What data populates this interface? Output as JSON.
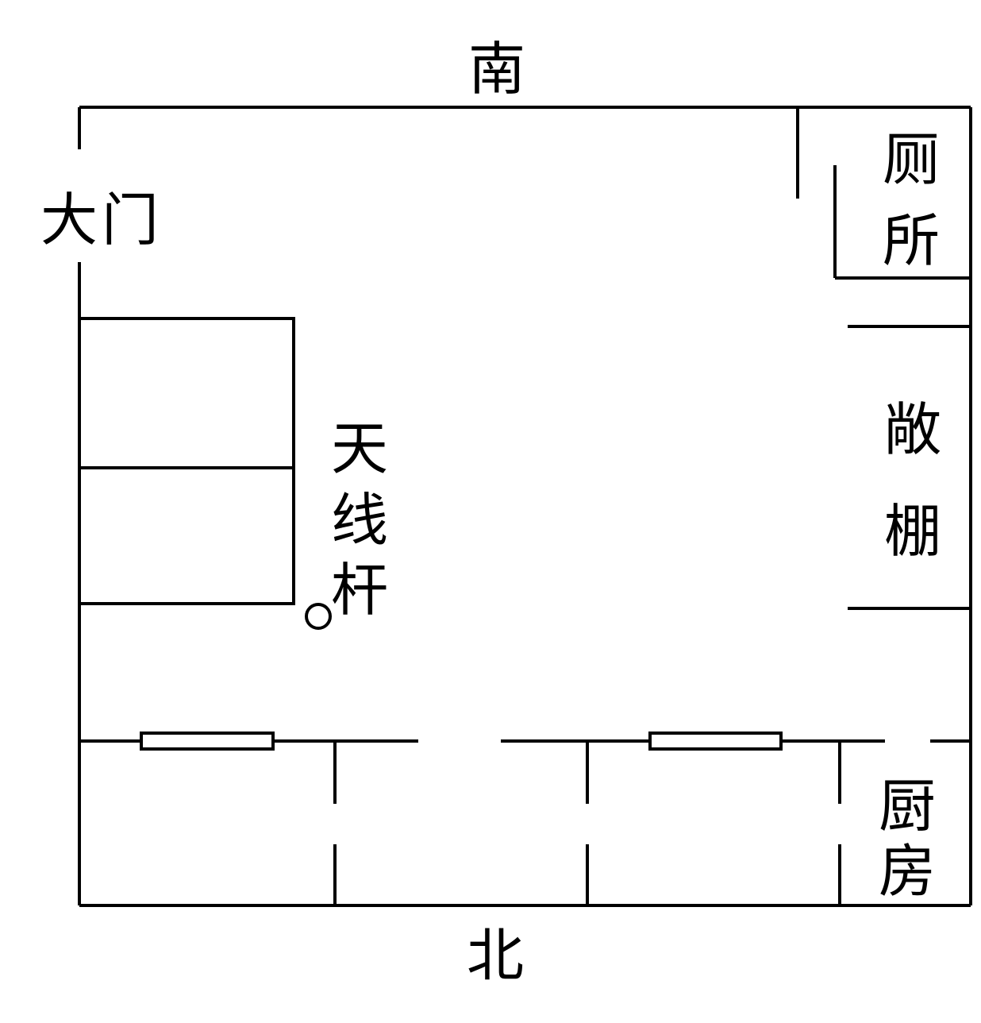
{
  "plan": {
    "directions": {
      "south": "南",
      "north": "北"
    },
    "labels": {
      "gate_1": "大",
      "gate_2": "门",
      "toilet_1": "厕",
      "toilet_2": "所",
      "shed_1": "敞",
      "shed_2": "棚",
      "antenna_1": "天",
      "antenna_2": "线",
      "antenna_3": "杆",
      "kitchen_1": "厨",
      "kitchen_2": "房"
    },
    "icons": {
      "antenna_pole": "circle-icon",
      "windows": "window-rect-icon"
    },
    "colors": {
      "line": "#000000",
      "background": "#ffffff"
    }
  }
}
